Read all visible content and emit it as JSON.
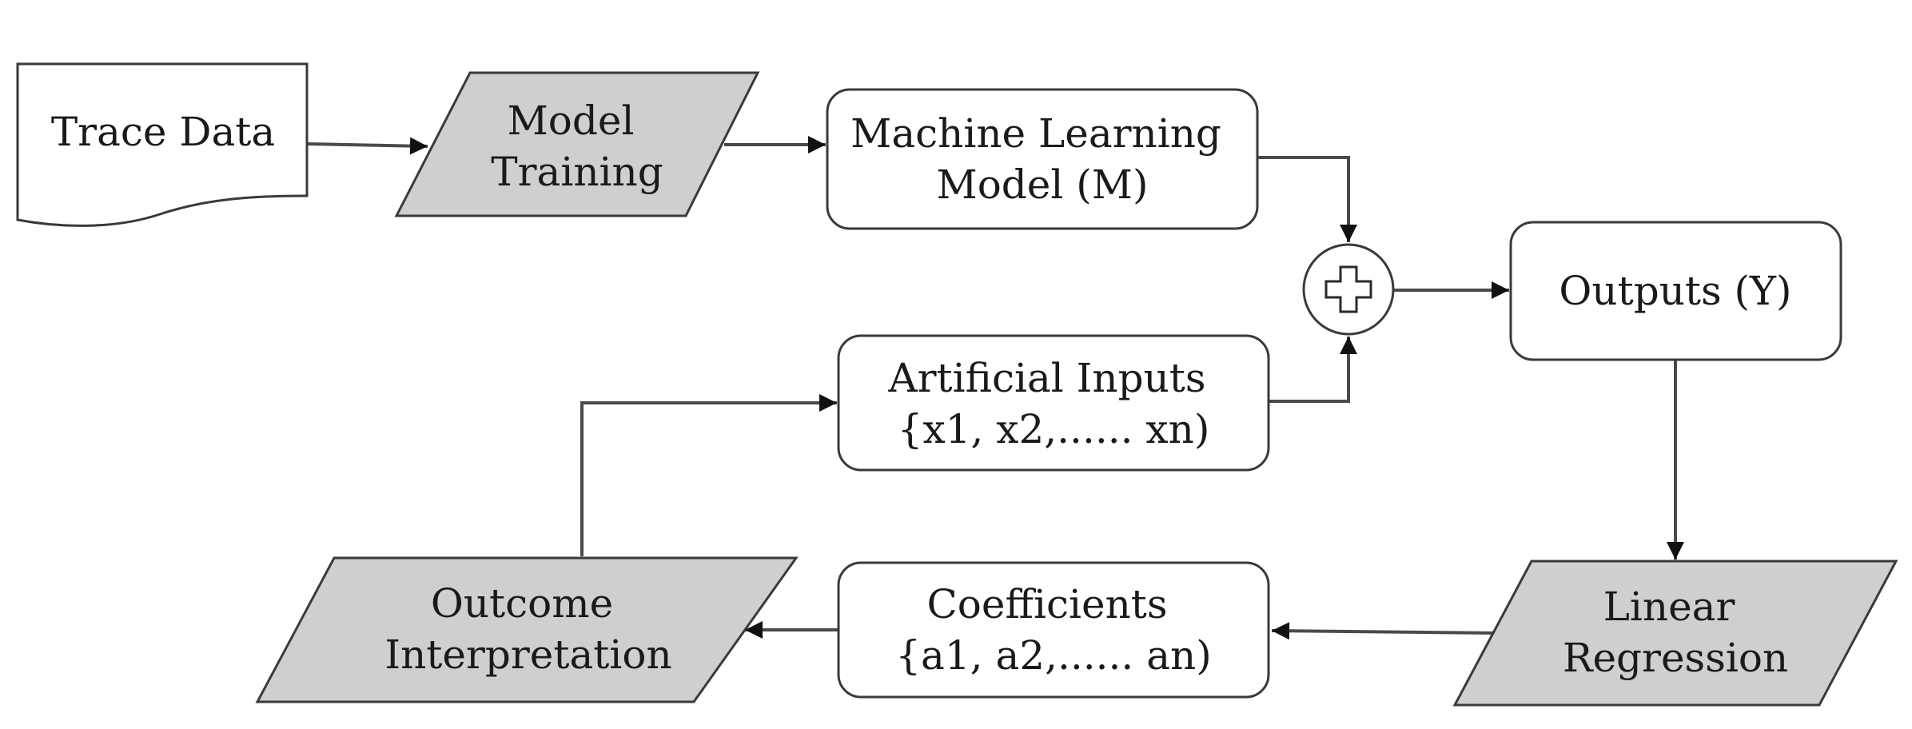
{
  "nodes": {
    "trace_data": {
      "lines": [
        "Trace Data"
      ]
    },
    "model_training": {
      "lines": [
        "Model",
        "Training"
      ]
    },
    "ml_model": {
      "lines": [
        "Machine Learning",
        "Model (M)"
      ]
    },
    "artificial_inputs": {
      "lines": [
        "Artificial Inputs",
        "{x1, x2,...... xn)"
      ]
    },
    "outputs": {
      "lines": [
        "Outputs (Y)"
      ]
    },
    "linear_regression": {
      "lines": [
        "Linear",
        "Regression"
      ]
    },
    "coefficients": {
      "lines": [
        "Coefficients",
        "{a1, a2,...... an)"
      ]
    },
    "outcome_interpretation": {
      "lines": [
        "Outcome",
        "Interpretation"
      ]
    }
  },
  "connector": {
    "symbol": "plus-icon"
  },
  "edges": [
    {
      "from": "trace_data",
      "to": "model_training"
    },
    {
      "from": "model_training",
      "to": "ml_model"
    },
    {
      "from": "ml_model",
      "to": "sum_junction"
    },
    {
      "from": "artificial_inputs",
      "to": "sum_junction"
    },
    {
      "from": "sum_junction",
      "to": "outputs"
    },
    {
      "from": "outputs",
      "to": "linear_regression"
    },
    {
      "from": "linear_regression",
      "to": "coefficients"
    },
    {
      "from": "coefficients",
      "to": "outcome_interpretation"
    },
    {
      "from": "outcome_interpretation",
      "to": "artificial_inputs"
    }
  ],
  "colors": {
    "process_fill": "#ffffff",
    "io_fill": "#cfcfcf",
    "stroke": "#3a3a3a"
  }
}
